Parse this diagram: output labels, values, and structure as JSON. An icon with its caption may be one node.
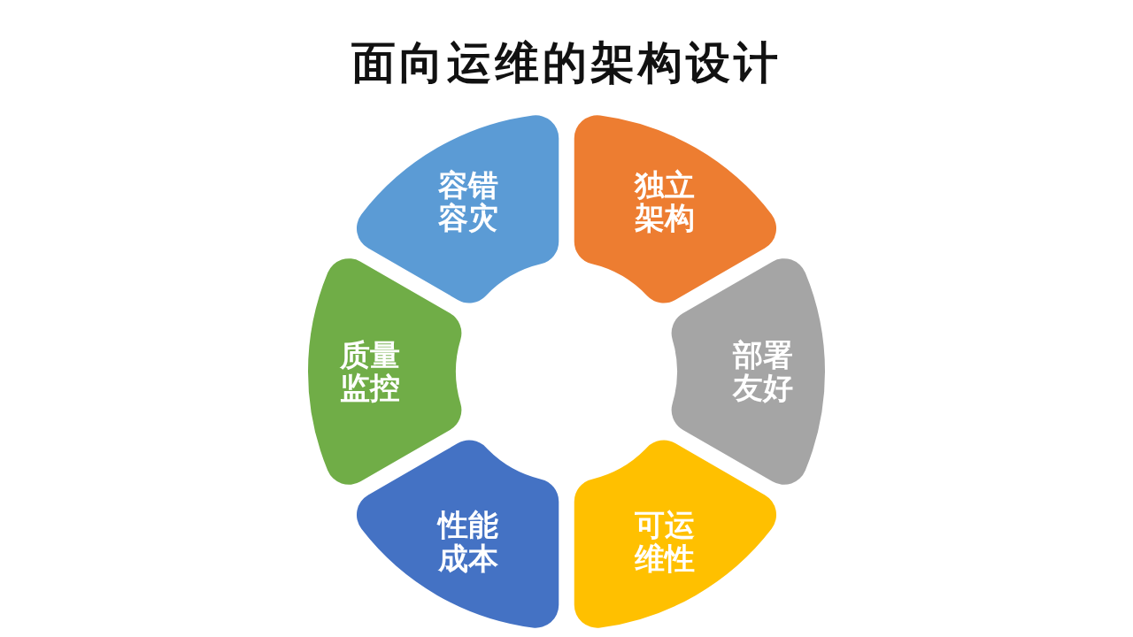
{
  "diagram": {
    "title": "面向运维的架构设计",
    "nodes": [
      {
        "text": [
          "容错容灾"
        ]
      },
      {
        "text": [
          "独立架构"
        ]
      },
      {
        "text": [
          "质量监控"
        ]
      },
      {
        "text": [
          "部署友好"
        ]
      },
      {
        "text": [
          "性能成本"
        ]
      },
      {
        "text": [
          "可运维性"
        ]
      }
    ]
  }
}
